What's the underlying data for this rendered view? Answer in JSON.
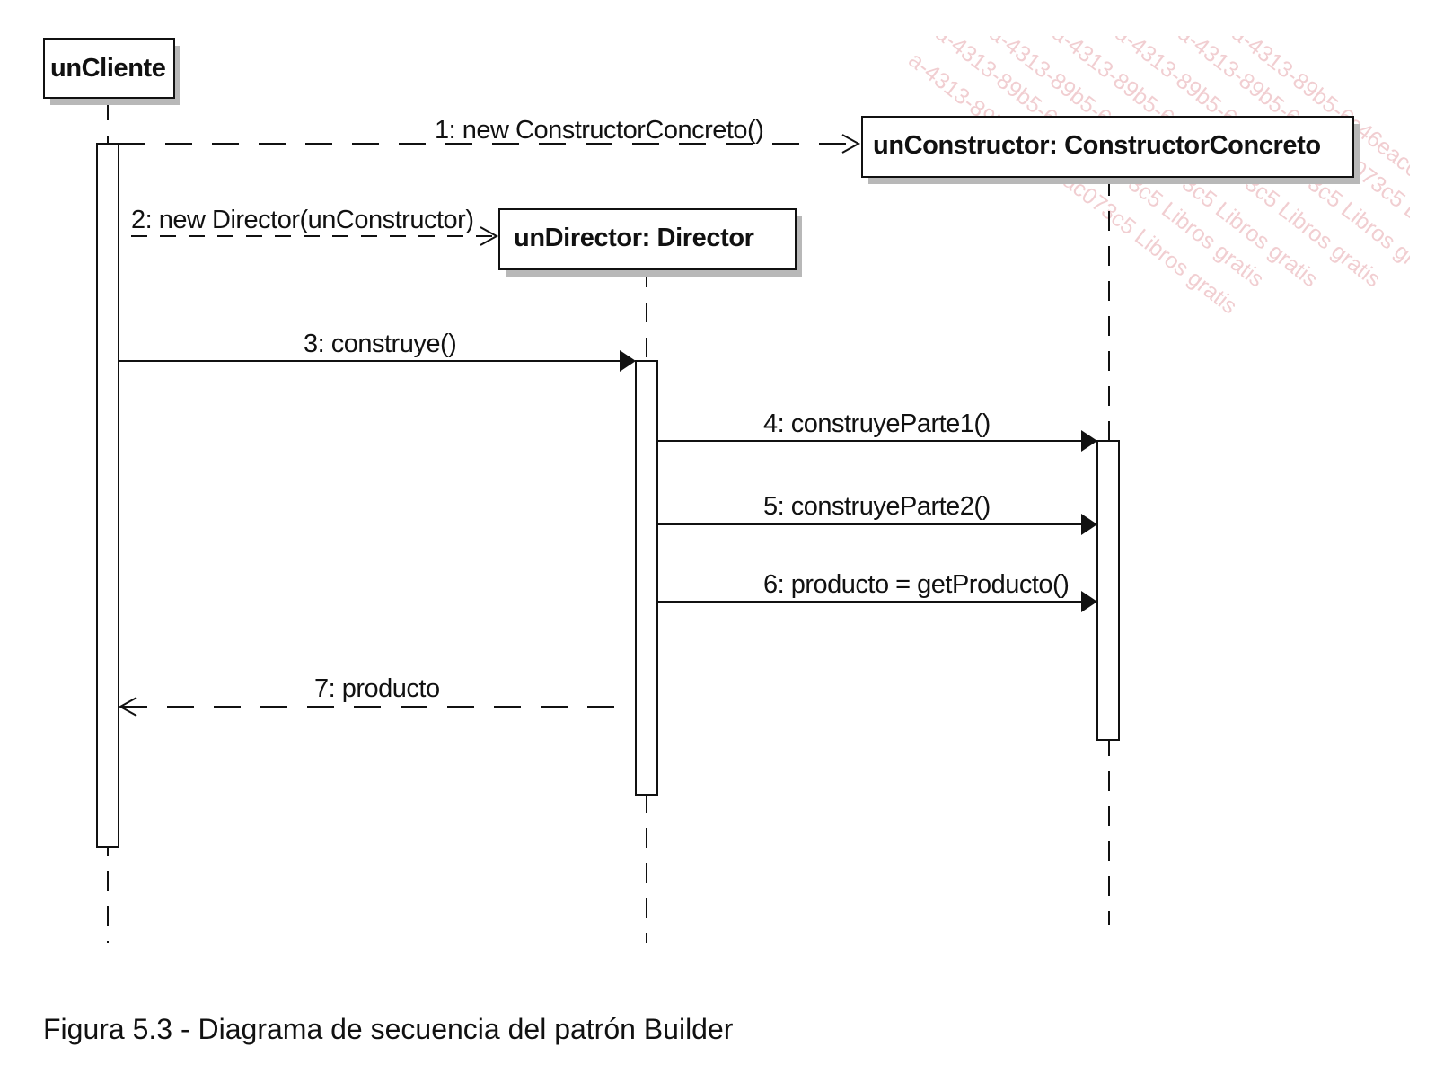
{
  "diagram": {
    "lifelines": [
      {
        "id": "cliente",
        "label": "unCliente"
      },
      {
        "id": "director",
        "label": "unDirector: Director"
      },
      {
        "id": "constructor",
        "label": "unConstructor: ConstructorConcreto"
      }
    ],
    "messages": [
      {
        "label": "1: new ConstructorConcreto()",
        "from": "cliente",
        "to": "constructor",
        "style": "create"
      },
      {
        "label": "2: new Director(unConstructor)",
        "from": "cliente",
        "to": "director",
        "style": "create"
      },
      {
        "label": "3: construye()",
        "from": "cliente",
        "to": "director",
        "style": "call"
      },
      {
        "label": "4: construyeParte1()",
        "from": "director",
        "to": "constructor",
        "style": "call"
      },
      {
        "label": "5: construyeParte2()",
        "from": "director",
        "to": "constructor",
        "style": "call"
      },
      {
        "label": "6: producto = getProducto()",
        "from": "director",
        "to": "constructor",
        "style": "call"
      },
      {
        "label": "7: producto",
        "from": "director",
        "to": "cliente",
        "style": "return"
      }
    ],
    "watermark": "a-4313-89b5-6c46eac073c5 Libros gratis",
    "colors": {
      "line": "#111111",
      "box_fill": "#ffffff",
      "shadow": "#b8b8b8",
      "watermark": "#e6a7ad"
    }
  },
  "caption": "Figura 5.3 - Diagrama de secuencia del patrón Builder"
}
